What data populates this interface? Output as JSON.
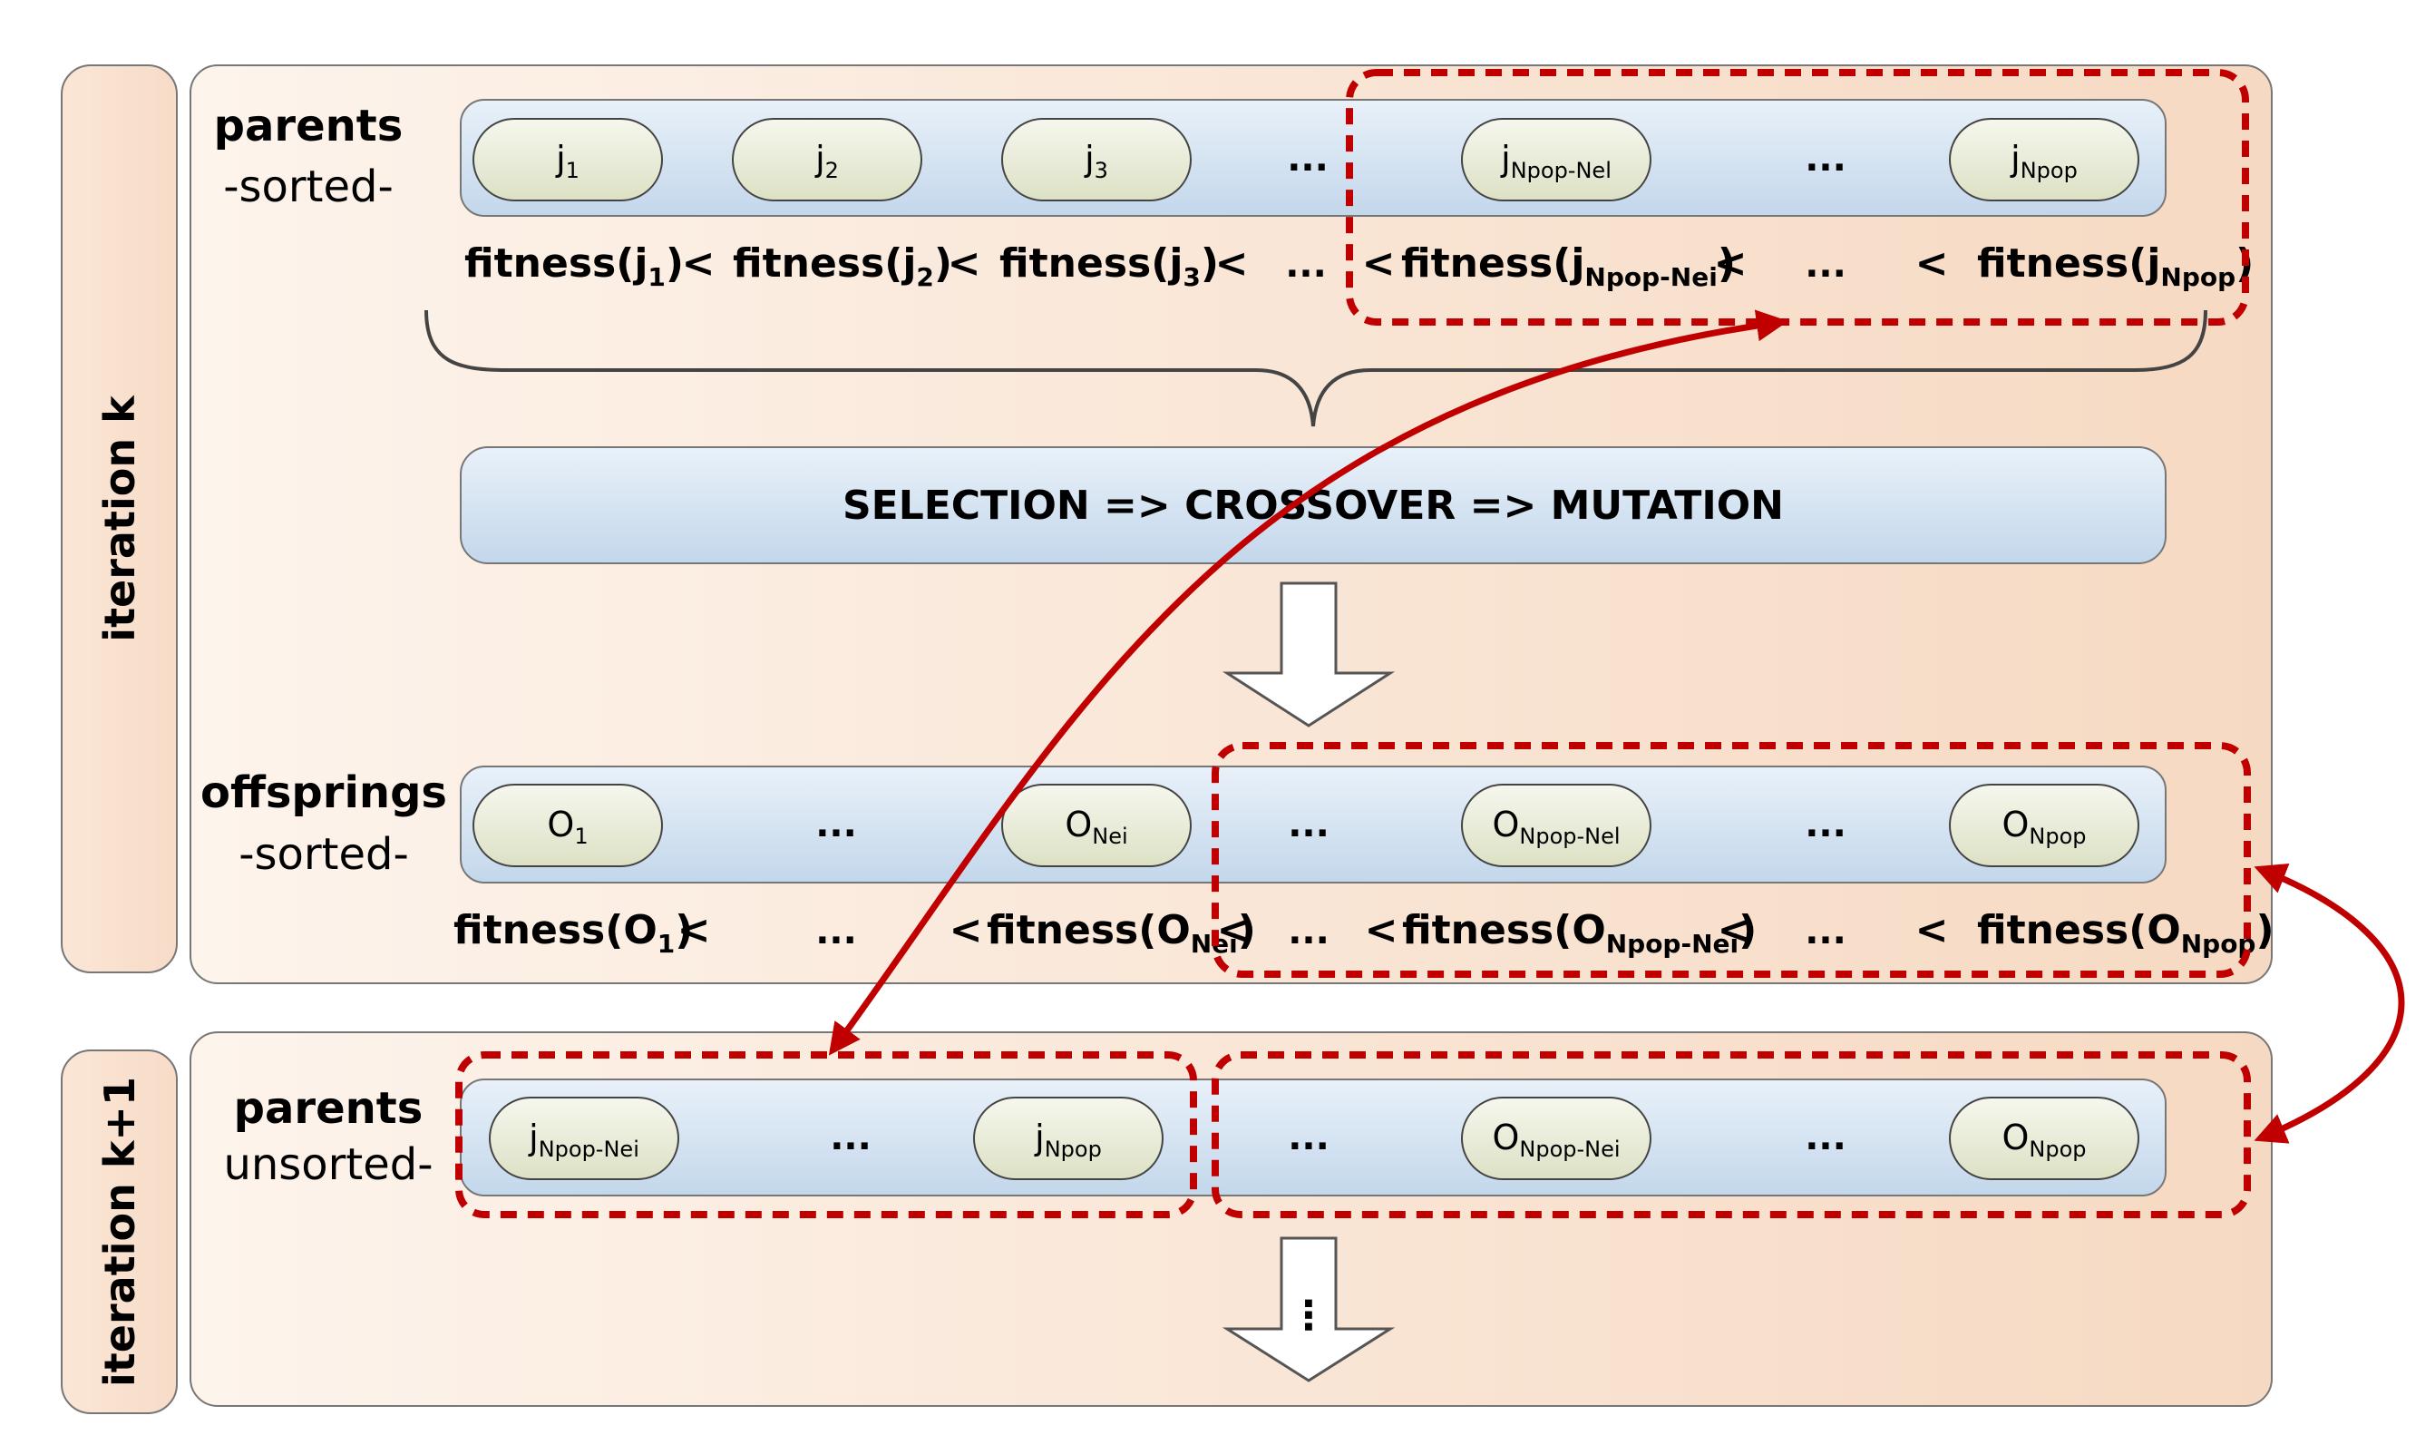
{
  "iteration_k_label": "iteration k",
  "iteration_k1_label": "iteration k+1",
  "top": {
    "title": "parents",
    "subtitle": "-sorted-",
    "pills": [
      {
        "base": "j",
        "sub": "1"
      },
      {
        "base": "j",
        "sub": "2"
      },
      {
        "base": "j",
        "sub": "3"
      },
      {
        "base": "j",
        "sub": "Npop-Nel"
      },
      {
        "base": "j",
        "sub": "Npop"
      }
    ],
    "ellipsis": "...",
    "fitness": [
      {
        "pre": "fitness(",
        "base": "j",
        "sub": "1",
        "post": ")"
      },
      {
        "pre": "fitness(",
        "base": "j",
        "sub": "2",
        "post": ")"
      },
      {
        "pre": "fitness(",
        "base": "j",
        "sub": "3",
        "post": ")"
      },
      {
        "pre": "fitness(",
        "base": "j",
        "sub": "Npop-Nei",
        "post": ")"
      },
      {
        "pre": "fitness(",
        "base": "j",
        "sub": "Npop",
        "post": ")"
      }
    ],
    "lt": "<"
  },
  "process_label": "SELECTION => CROSSOVER => MUTATION",
  "offspring": {
    "title": "offsprings",
    "subtitle": "-sorted-",
    "pills": [
      {
        "base": "O",
        "sub": "1"
      },
      {
        "base": "O",
        "sub": "Nei"
      },
      {
        "base": "O",
        "sub": "Npop-Nel"
      },
      {
        "base": "O",
        "sub": "Npop"
      }
    ],
    "fitness": [
      {
        "pre": "fitness(",
        "base": "O",
        "sub": "1",
        "post": ")"
      },
      {
        "pre": "fitness(",
        "base": "O",
        "sub": "Nei",
        "post": ")"
      },
      {
        "pre": "fitness(",
        "base": "O",
        "sub": "Npop-Nei",
        "post": ")"
      },
      {
        "pre": "fitness(",
        "base": "O",
        "sub": "Npop",
        "post": ")"
      }
    ]
  },
  "next": {
    "title": "parents",
    "subtitle": "unsorted-",
    "pills": [
      {
        "base": "j",
        "sub": "Npop-Nei"
      },
      {
        "base": "j",
        "sub": "Npop"
      },
      {
        "base": "O",
        "sub": "Npop-Nei"
      },
      {
        "base": "O",
        "sub": "Npop"
      }
    ],
    "continue_glyph": "⋮"
  },
  "colors": {
    "panel_light": "#fdf3ea",
    "panel_dark": "#f6d9c2",
    "bar_light": "#e6eff8",
    "bar_dark": "#c2d6ea",
    "pill_light": "#f4f5ea",
    "pill_dark": "#dde2c7",
    "accent_red": "#c00000",
    "outline": "#555555"
  }
}
